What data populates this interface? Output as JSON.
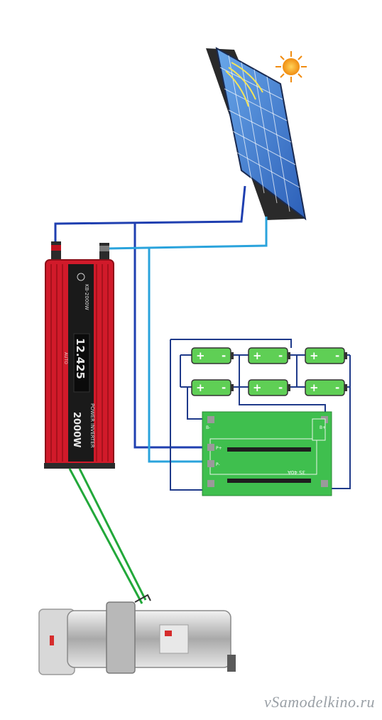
{
  "watermark": "vSamodelkino.ru",
  "inverter": {
    "model": "KB-2000W",
    "brand": "POWER INVERTER",
    "rating": "2000W",
    "display": "12.425",
    "auto": "AUTO"
  },
  "bms": {
    "b_minus": "B-",
    "b_plus": "B+",
    "p_plus": "P+",
    "p_minus": "P-",
    "marking": "3S 40A"
  },
  "battery": {
    "plus": "+",
    "minus": "-"
  },
  "colors": {
    "wire_blue": "#1f3fb0",
    "wire_cyan": "#2aa3dc",
    "wire_green": "#22a83a",
    "inverter_red": "#d11a2a",
    "bms_green": "#3fbf4e",
    "cell_green": "#5fcf55",
    "sun": "#f5a623"
  }
}
